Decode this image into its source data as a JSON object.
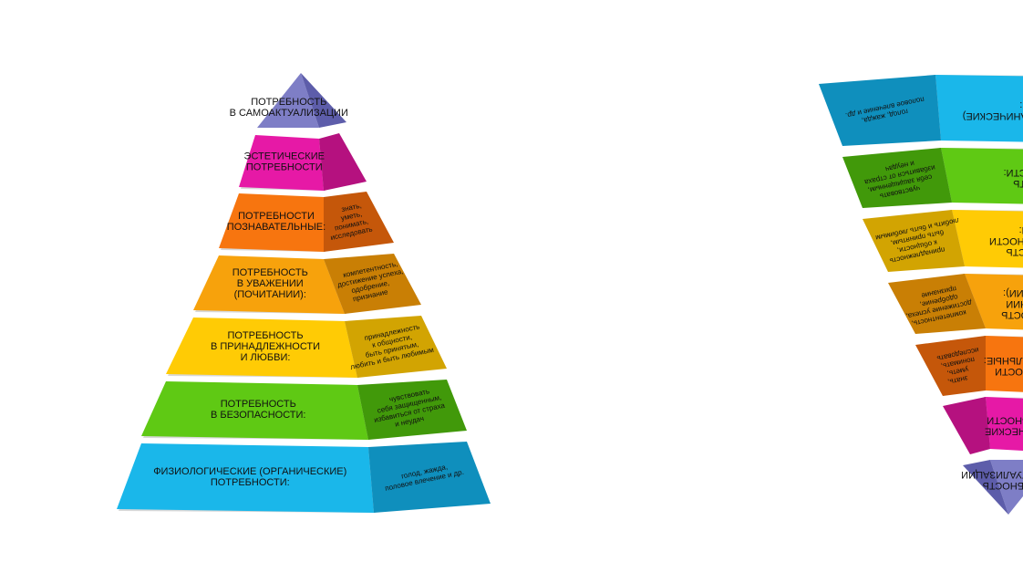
{
  "levels": [
    {
      "main": [
        "ПОТРЕБНОСТЬ",
        "В САМОАКТУАЛИЗАЦИИ"
      ],
      "detail": [],
      "color_front": "#7e7ec6",
      "color_side": "#5d5daa"
    },
    {
      "main": [
        "ЭСТЕТИЧЕСКИЕ",
        "ПОТРЕБНОСТИ"
      ],
      "detail": [],
      "color_front": "#e619a6",
      "color_side": "#b5117f"
    },
    {
      "main": [
        "ПОТРЕБНОСТИ",
        "ПОЗНАВАТЕЛЬНЫЕ:"
      ],
      "detail": [
        "знать,",
        "уметь,",
        "понимать,",
        "исследовать"
      ],
      "color_front": "#f7750f",
      "color_side": "#c5570a"
    },
    {
      "main": [
        "ПОТРЕБНОСТЬ",
        "В УВАЖЕНИИ",
        "(ПОЧИТАНИИ):"
      ],
      "detail": [
        "компетентность,",
        "достижение успеха,",
        "одобрение,",
        "признание"
      ],
      "color_front": "#f7a20c",
      "color_side": "#c97f05"
    },
    {
      "main": [
        "ПОТРЕБНОСТЬ",
        "В ПРИНАДЛЕЖНОСТИ",
        "И ЛЮБВИ:"
      ],
      "detail": [
        "принадлежность",
        "к общности,",
        "быть принятым,",
        "любить и быть любимым"
      ],
      "color_front": "#ffcb05",
      "color_side": "#d2a402"
    },
    {
      "main": [
        "ПОТРЕБНОСТЬ",
        "В БЕЗОПАСНОСТИ:"
      ],
      "detail": [
        "чувствовать",
        "себя защищенным,",
        "избавиться от страха",
        "и неудач"
      ],
      "color_front": "#5fc914",
      "color_side": "#41990a"
    },
    {
      "main": [
        "ФИЗИОЛОГИЧЕСКИЕ (ОРГАНИЧЕСКИЕ)",
        "ПОТРЕБНОСТИ:"
      ],
      "detail": [
        "голод, жажда,",
        "половое влечение и др."
      ],
      "color_front": "#1ab7ea",
      "color_side": "#0f8fbd"
    }
  ]
}
